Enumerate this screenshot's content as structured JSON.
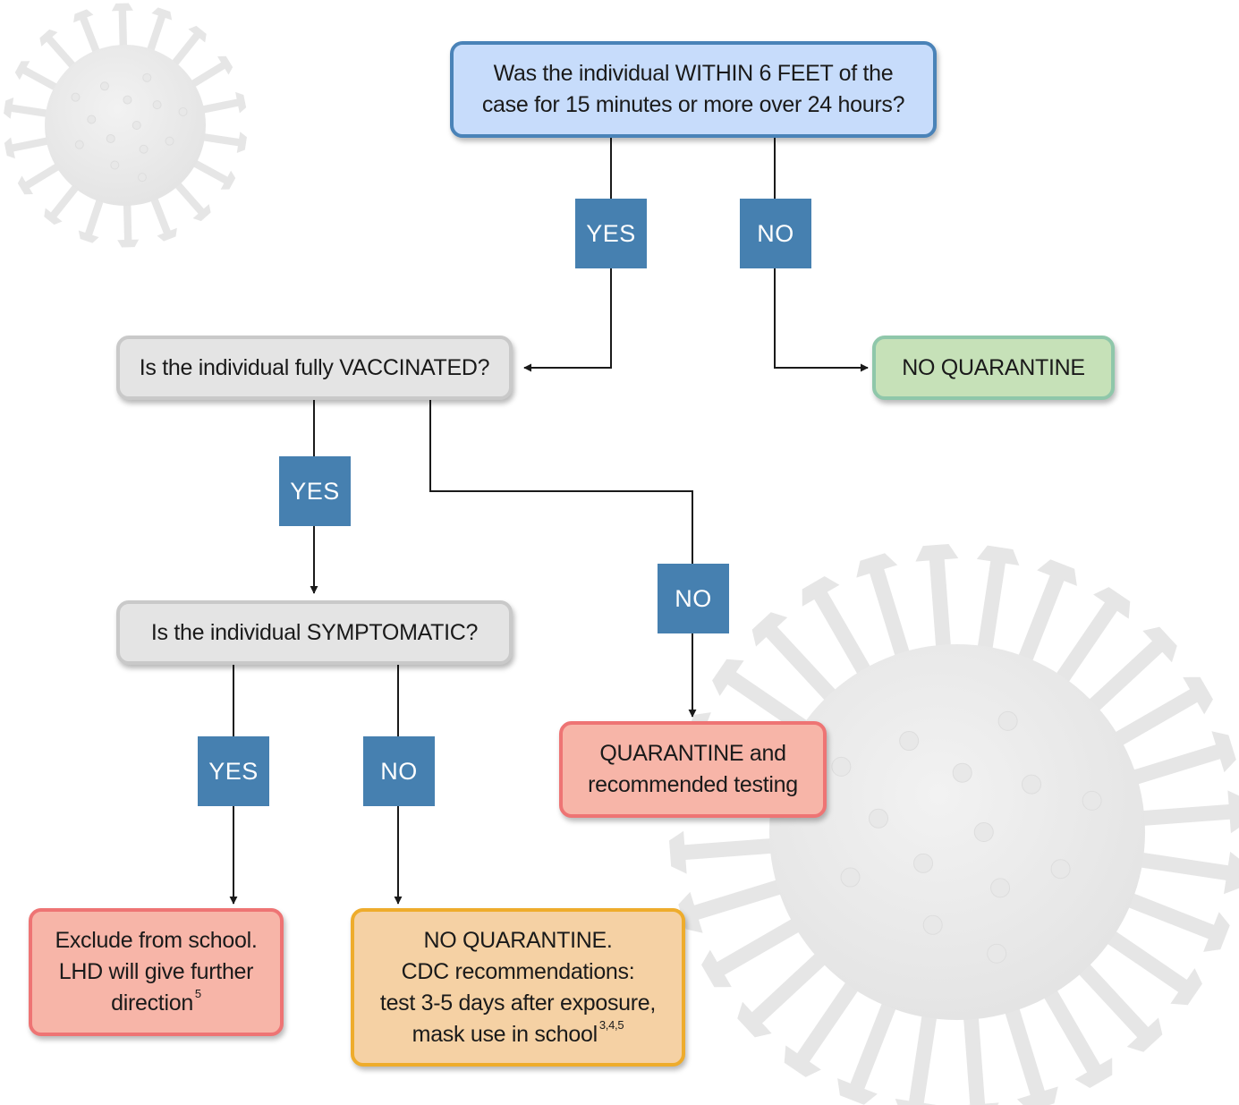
{
  "flowchart": {
    "q1": {
      "line1": "Was the individual WITHIN 6 FEET of the",
      "line2": "case for 15 minutes or more over 24 hours?"
    },
    "q1_yes": "YES",
    "q1_no": "NO",
    "no_quarantine_1": "NO QUARANTINE",
    "q2": "Is the individual fully VACCINATED?",
    "q2_yes": "YES",
    "q2_no": "NO",
    "quarantine": {
      "line1": "QUARANTINE and",
      "line2": "recommended testing"
    },
    "q3": "Is the individual SYMPTOMATIC?",
    "q3_yes": "YES",
    "q3_no": "NO",
    "exclude": {
      "line1": "Exclude from school.",
      "line2": "LHD will give further",
      "line3": "direction",
      "ref": "5"
    },
    "no_quarantine_2": {
      "line1": "NO QUARANTINE.",
      "line2": "CDC recommendations:",
      "line3": "test 3-5 days after exposure,",
      "line4": "mask use in school",
      "ref": "3,4,5"
    }
  },
  "colors": {
    "blue_box": "#c7dcfb",
    "grey_box": "#e4e4e4",
    "green_box": "#c6e1b8",
    "red_box": "#f7b5a8",
    "orange_box": "#f5d1a4",
    "label_fill": "#4680b0"
  },
  "decorations": [
    "virus-icon-small",
    "virus-icon-large"
  ]
}
